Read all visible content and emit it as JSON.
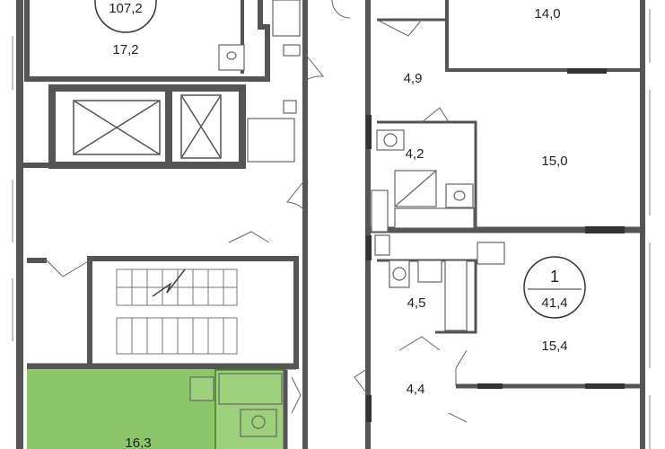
{
  "plan": {
    "rooms": [
      {
        "id": "room-17-2",
        "area": "17,2"
      },
      {
        "id": "room-14-0",
        "area": "14,0"
      },
      {
        "id": "room-4-9",
        "area": "4,9"
      },
      {
        "id": "room-4-2",
        "area": "4,2"
      },
      {
        "id": "room-15-0",
        "area": "15,0"
      },
      {
        "id": "room-4-5",
        "area": "4,5"
      },
      {
        "id": "room-15-4",
        "area": "15,4"
      },
      {
        "id": "room-4-4",
        "area": "4,4"
      },
      {
        "id": "room-16-3",
        "area": "16,3"
      }
    ],
    "apartments": [
      {
        "id": "apt-top",
        "total": "107,2"
      },
      {
        "id": "apt-1",
        "rooms": "1",
        "total": "41,4"
      }
    ],
    "colors": {
      "wall": "#555555",
      "highlight": "#8cc56a",
      "highlight_border": "#4a9a2a",
      "fixture": "#666666"
    }
  }
}
